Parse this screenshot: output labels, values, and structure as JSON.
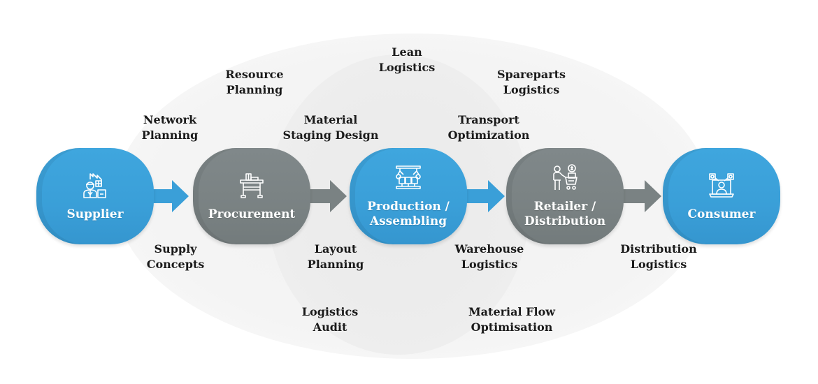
{
  "colors": {
    "blue": "#3a9fd8",
    "gray": "#7a8283",
    "text": "#1a1a1a",
    "node_text": "#ffffff"
  },
  "nodes": [
    {
      "label": "Supplier",
      "color": "blue",
      "icon": "supplier-factory-worker-icon"
    },
    {
      "label": "Procurement",
      "color": "gray",
      "icon": "desk-procurement-icon"
    },
    {
      "label": "Production /\nAssembling",
      "color": "blue",
      "icon": "assembly-line-robot-icon"
    },
    {
      "label": "Retailer /\nDistribution",
      "color": "gray",
      "icon": "shopper-cart-dollar-icon"
    },
    {
      "label": "Consumer",
      "color": "blue",
      "icon": "consumer-laptop-network-icon"
    }
  ],
  "arrows": [
    {
      "from": "Supplier",
      "to": "Procurement",
      "color": "blue"
    },
    {
      "from": "Procurement",
      "to": "Production / Assembling",
      "color": "gray"
    },
    {
      "from": "Production / Assembling",
      "to": "Retailer / Distribution",
      "color": "blue"
    },
    {
      "from": "Retailer / Distribution",
      "to": "Consumer",
      "color": "gray"
    }
  ],
  "labels": {
    "lean_logistics": {
      "line1": "Lean",
      "line2": "Logistics"
    },
    "resource_planning": {
      "line1": "Resource",
      "line2": "Planning"
    },
    "spareparts_logistics": {
      "line1": "Spareparts",
      "line2": "Logistics"
    },
    "network_planning": {
      "line1": "Network",
      "line2": "Planning"
    },
    "material_staging_design": {
      "line1": "Material",
      "line2": "Staging Design"
    },
    "transport_optimization": {
      "line1": "Transport",
      "line2": "Optimization"
    },
    "supply_concepts": {
      "line1": "Supply",
      "line2": "Concepts"
    },
    "layout_planning": {
      "line1": "Layout",
      "line2": "Planning"
    },
    "warehouse_logistics": {
      "line1": "Warehouse",
      "line2": "Logistics"
    },
    "distribution_logistics": {
      "line1": "Distribution",
      "line2": "Logistics"
    },
    "logistics_audit": {
      "line1": "Logistics",
      "line2": "Audit"
    },
    "material_flow_optimisation": {
      "line1": "Material Flow",
      "line2": "Optimisation"
    }
  }
}
